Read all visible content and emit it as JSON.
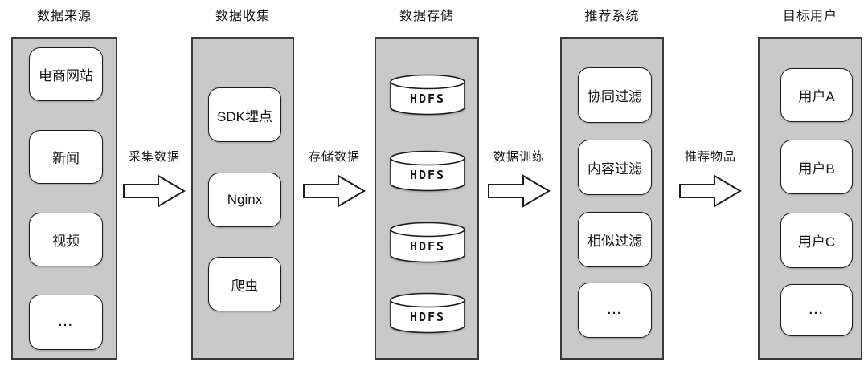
{
  "columns": [
    {
      "title": "数据来源",
      "type": "rounded-box",
      "items": [
        "电商网站",
        "新闻",
        "视频",
        "..."
      ]
    },
    {
      "title": "数据收集",
      "type": "rounded-box",
      "items": [
        "SDK埋点",
        "Nginx",
        "爬虫"
      ]
    },
    {
      "title": "数据存储",
      "type": "cylinder",
      "items": [
        "HDFS",
        "HDFS",
        "HDFS",
        "HDFS"
      ]
    },
    {
      "title": "推荐系统",
      "type": "rounded-box",
      "items": [
        "协同过滤",
        "内容过滤",
        "相似过滤",
        "..."
      ]
    },
    {
      "title": "目标用户",
      "type": "rounded-box",
      "items": [
        "用户A",
        "用户B",
        "用户C",
        "..."
      ]
    }
  ],
  "arrows": [
    "采集数据",
    "存储数据",
    "数据训练",
    "推荐物品"
  ],
  "colors": {
    "panel_bg": "#c9c9c9",
    "panel_border": "#3a3a3a",
    "node_bg": "#ffffff",
    "node_border": "#1c1c1c",
    "text": "#141414",
    "canvas_bg": "#ffffff"
  }
}
